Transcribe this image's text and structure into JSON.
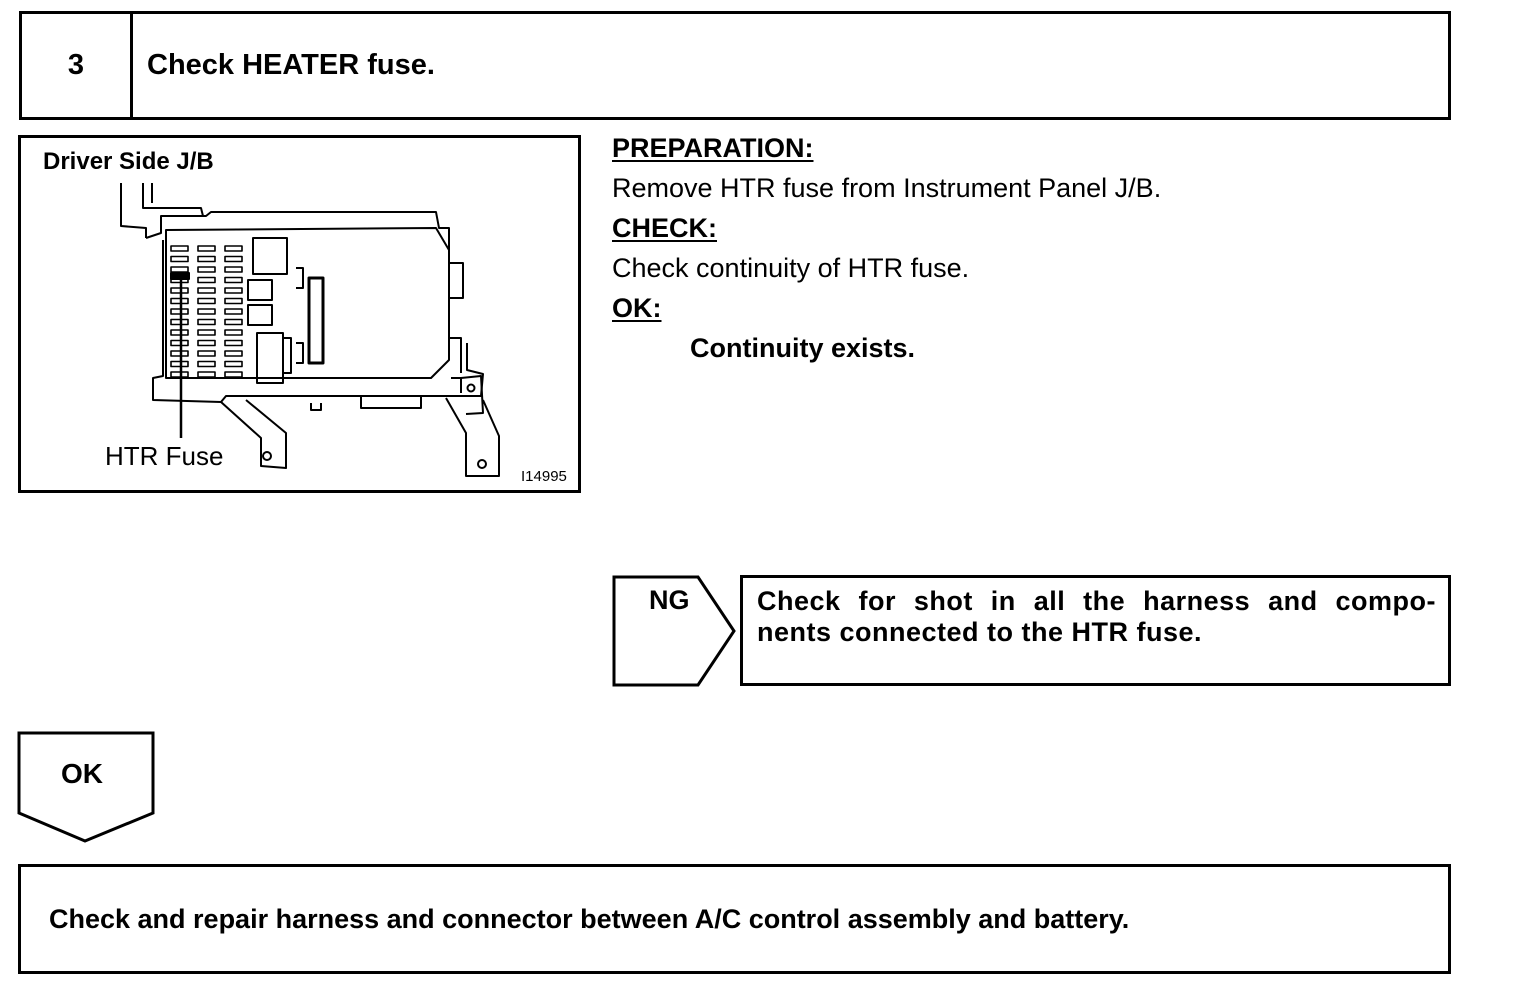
{
  "step": {
    "number": "3",
    "title": "Check HEATER fuse."
  },
  "illustration": {
    "jb_label": "Driver Side J/B",
    "fuse_label": "HTR Fuse",
    "figure_code": "I14995"
  },
  "instructions": {
    "preparation_heading": "PREPARATION:",
    "preparation_text": "Remove HTR fuse from Instrument Panel J/B.",
    "check_heading": "CHECK:",
    "check_text": "Check continuity of HTR fuse.",
    "ok_heading": "OK:",
    "ok_text": "Continuity exists."
  },
  "ng_branch": {
    "label": "NG",
    "result_text": "Check for shot in all the harness and compo- nents connected to the HTR fuse."
  },
  "ok_branch": {
    "label": "OK"
  },
  "final_step": {
    "text": "Check and repair harness and connector between A/C control assembly and battery."
  }
}
